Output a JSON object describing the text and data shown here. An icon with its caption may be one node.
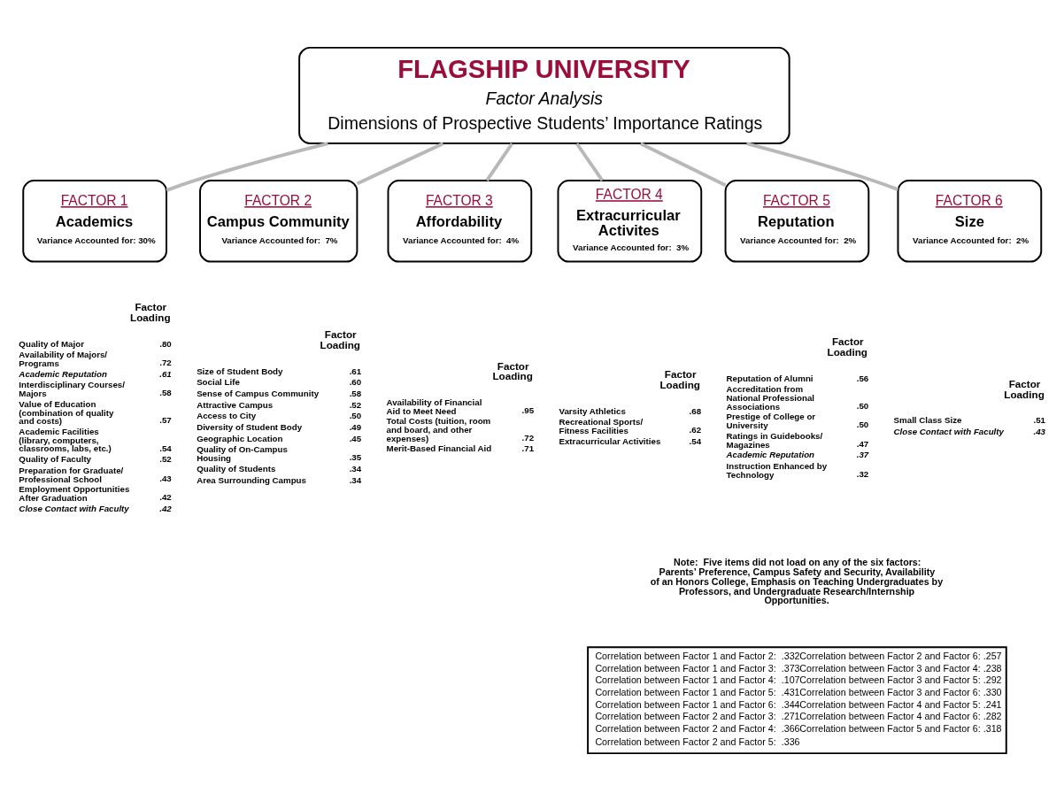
{
  "diagram": {
    "nodes": [
      {
        "text": [
          "FLAGSHIP UNIVERSITY",
          "Factor Analysis",
          "Dimensions of Prospective Students’ Importance Ratings"
        ]
      },
      {
        "text": [
          "FACTOR 1",
          "Academics",
          "Variance Accounted for: 30%"
        ]
      },
      {
        "text": [
          "FACTOR 2",
          "Campus Community",
          "Variance Accounted for:  7%"
        ]
      },
      {
        "text": [
          "FACTOR 3",
          "Affordability",
          "Variance Accounted for:  4%"
        ]
      },
      {
        "text": [
          "FACTOR 4",
          "Extracurricular Activites",
          "Variance Accounted for:  3%"
        ]
      },
      {
        "text": [
          "FACTOR 5",
          "Reputation",
          "Variance Accounted for:  2%"
        ]
      },
      {
        "text": [
          "FACTOR 6",
          "Size",
          "Variance Accounted for:  2%"
        ]
      },
      {
        "text": [
          "Correlation between Factor 1 and Factor 2:  .332",
          "Correlation between Factor 1 and Factor 3:  .373",
          "Correlation between Factor 1 and Factor 4:  .107",
          "Correlation between Factor 1 and Factor 5:  .431",
          "Correlation between Factor 1 and Factor 6:  .344",
          "Correlation between Factor 2 and Factor 3:  .271",
          "Correlation between Factor 2 and Factor 4:  .366",
          "Correlation between Factor 2 and Factor 5:  .336",
          "Correlation between Factor 2 and Factor 6: .257",
          "Correlation between Factor 3 and Factor 4: .238",
          "Correlation between Factor 3 and Factor 5: .292",
          "Correlation between Factor 3 and Factor 6: .330",
          "Correlation between Factor 4 and Factor 5: .241",
          "Correlation between Factor 4 and Factor 6: .282",
          "Correlation between Factor 5 and Factor 6: .318"
        ]
      }
    ],
    "edges": [
      {
        "from": 0,
        "to": 1,
        "arrow": "none"
      },
      {
        "from": 0,
        "to": 2,
        "arrow": "none"
      },
      {
        "from": 0,
        "to": 3,
        "arrow": "none"
      },
      {
        "from": 0,
        "to": 4,
        "arrow": "none"
      },
      {
        "from": 0,
        "to": 5,
        "arrow": "none"
      },
      {
        "from": 0,
        "to": 6,
        "arrow": "none"
      }
    ],
    "labels": [
      "Factor Loading",
      "Quality of Major",
      ".80",
      "Availability of Majors/ Programs",
      ".72",
      "Academic Reputation",
      ".61",
      "Interdisciplinary Courses/ Majors",
      ".58",
      "Value of Education (combination of quality and costs)",
      ".57",
      "Academic Facilities (library, computers, classrooms, labs, etc.)",
      ".54",
      "Quality of Faculty",
      ".52",
      "Preparation for Graduate/ Professional School",
      ".43",
      "Employment Opportunities After Graduation",
      ".42",
      "Close Contact with Faculty",
      ".42",
      "Factor Loading",
      "Size of Student Body",
      ".61",
      "Social Life",
      ".60",
      "Sense of Campus Community",
      ".58",
      "Attractive Campus",
      ".52",
      "Access to City",
      ".50",
      "Diversity of Student Body",
      ".49",
      "Geographic Location",
      ".45",
      "Quality of On-Campus Housing",
      ".35",
      "Quality of Students",
      ".34",
      "Area Surrounding Campus",
      ".34",
      "Factor Loading",
      "Availability of Financial Aid to Meet Need",
      ".95",
      "Total Costs (tuition, room and board, and other expenses)",
      ".72",
      "Merit-Based Financial Aid",
      ".71",
      "Factor Loading",
      "Varsity Athletics",
      ".68",
      "Recreational Sports/ Fitness Facilities",
      ".62",
      "Extracurricular Activities",
      ".54",
      "Factor Loading",
      "Reputation of Alumni",
      ".56",
      "Accreditation from National Professional Associations",
      ".50",
      "Prestige of College or University",
      ".50",
      "Ratings in Guidebooks/ Magazines",
      ".47",
      "Academic Reputation",
      ".37",
      "Instruction Enhanced by Technology",
      ".32",
      "Factor Loading",
      "Small Class Size",
      ".51",
      "Close Contact with Faculty",
      ".43",
      "Note:  Five items did not load on any of the six factors:  Parents’ Preference, Campus Safety and Security, Availability of an Honors College, Emphasis on Teaching Undergraduates by Professors, and Undergraduate Research/Internship Opportunities."
    ]
  }
}
